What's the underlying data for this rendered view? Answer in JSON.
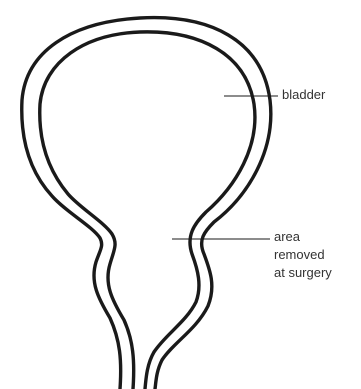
{
  "labels": {
    "bladder": "bladder",
    "area_removed": [
      "area",
      "removed",
      "at surgery"
    ]
  },
  "colors": {
    "line": "#1a1a1a",
    "text": "#333333",
    "background": "#ffffff"
  }
}
